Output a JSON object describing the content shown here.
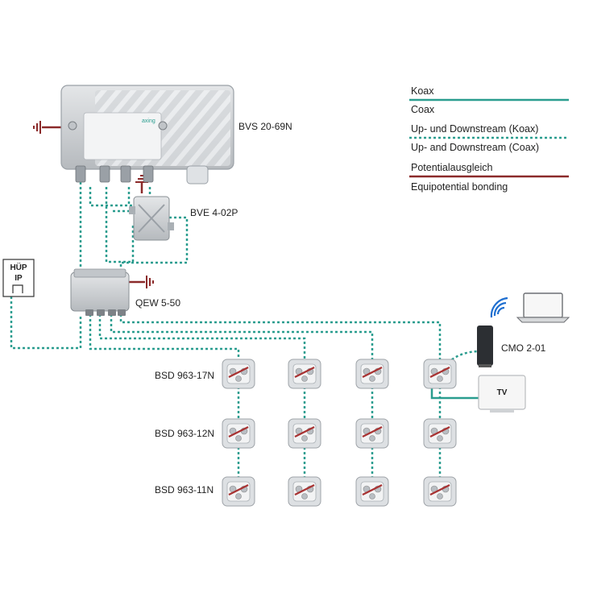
{
  "legend": {
    "items": [
      {
        "de": "Koax",
        "en": "Coax",
        "style": "solid",
        "color": "#2a9d8f"
      },
      {
        "de": "Up- und Downstream (Koax)",
        "en": "Up- and Downstream (Coax)",
        "style": "dotted",
        "color": "#2a9d8f"
      },
      {
        "de": "Potentialausgleich",
        "en": "Equipotential bonding",
        "style": "solid",
        "color": "#8b2a2a"
      }
    ]
  },
  "devices": {
    "amplifier": "BVS 20-69N",
    "amplifier_brand": "axing",
    "coupler": "BVE 4-02P",
    "splitter": "QEW 5-50",
    "modem": "CMO 2-01",
    "tv": "TV",
    "hup_line1": "HÜP",
    "hup_line2": "IP"
  },
  "sockets": {
    "row1": "BSD 963-17N",
    "row2": "BSD 963-12N",
    "row3": "BSD 963-11N"
  },
  "colors": {
    "coax": "#2a9d8f",
    "bonding": "#8b2a2a",
    "device_gray": "#c8ccd0"
  }
}
